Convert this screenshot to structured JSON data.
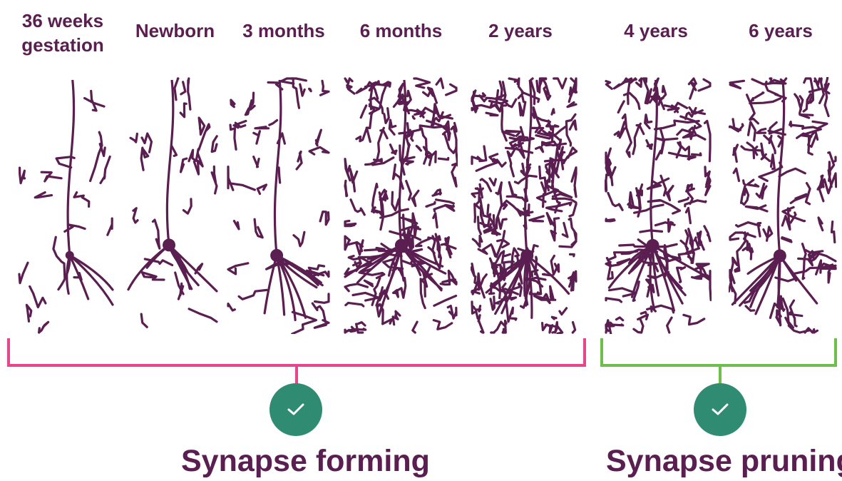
{
  "stages": [
    {
      "id": "s36w",
      "label": "36 weeks\ngestation",
      "density": 18,
      "soma": "small"
    },
    {
      "id": "newborn",
      "label": "Newborn",
      "density": 26,
      "soma": "medium"
    },
    {
      "id": "m3",
      "label": "3 months",
      "density": 38,
      "soma": "medium"
    },
    {
      "id": "m6",
      "label": "6 months",
      "density": 140,
      "soma": "large"
    },
    {
      "id": "y2",
      "label": "2 years",
      "density": 170,
      "soma": "large"
    },
    {
      "id": "y4",
      "label": "4 years",
      "density": 110,
      "soma": "large"
    },
    {
      "id": "y6",
      "label": "6 years",
      "density": 95,
      "soma": "large"
    }
  ],
  "phases": {
    "forming": {
      "label": "Synapse forming",
      "color": "#e8468c",
      "icon": "check-icon"
    },
    "pruning": {
      "label": "Synapse pruning",
      "color": "#6cc04a",
      "icon": "check-icon"
    }
  },
  "colors": {
    "neuron": "#5a1e50",
    "check_bg": "#2f8c72"
  }
}
